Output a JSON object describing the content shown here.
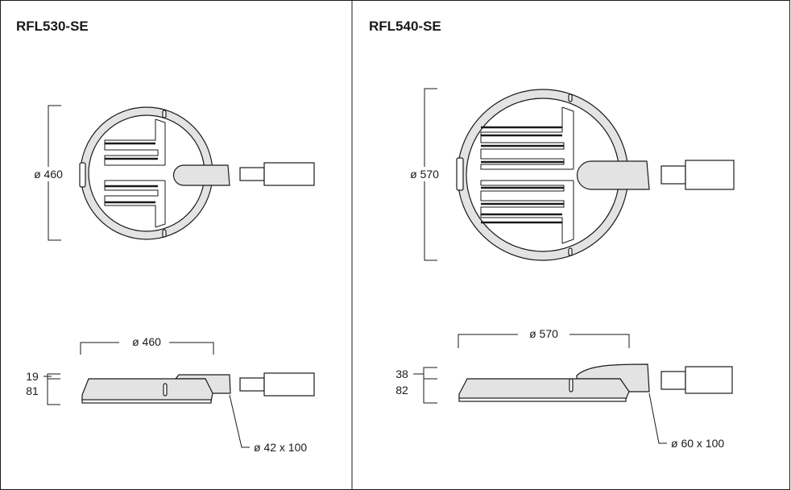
{
  "panels": [
    {
      "title": "RFL530-SE",
      "top_diameter": "ø 460",
      "side_diameter": "ø 460",
      "dim_top": "19",
      "dim_bottom": "81",
      "mount": "ø 42 x 100"
    },
    {
      "title": "RFL540-SE",
      "top_diameter": "ø 570",
      "side_diameter": "ø 570",
      "dim_top": "38",
      "dim_bottom": "82",
      "mount": "ø 60 x 100"
    }
  ],
  "colors": {
    "line": "#1a1a1a",
    "fill": "#e3e3e3",
    "background": "#ffffff"
  }
}
